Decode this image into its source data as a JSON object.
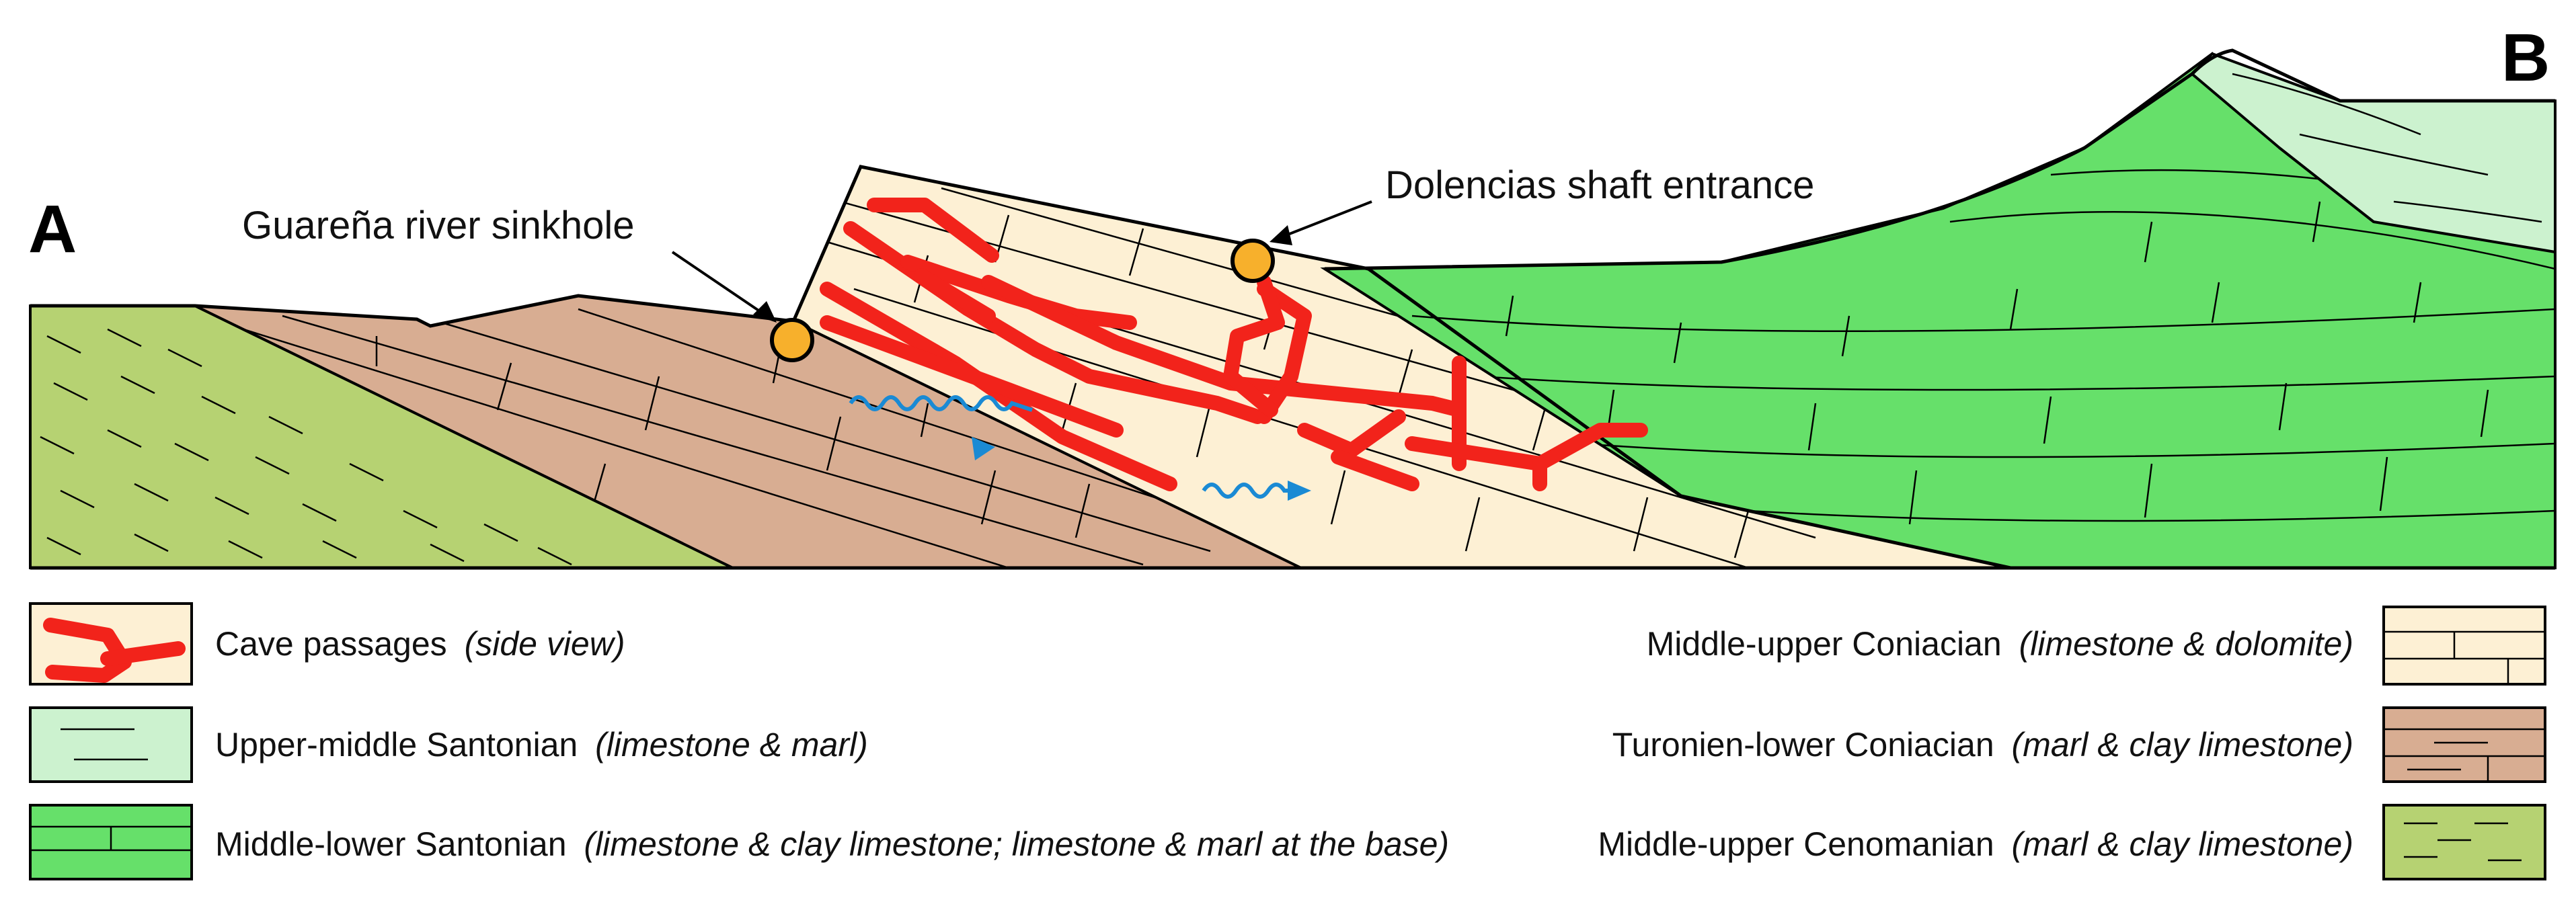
{
  "section_endpoints": {
    "start": "A",
    "end": "B"
  },
  "annotations": {
    "sinkhole": "Guareña river sinkhole",
    "shaft": "Dolencias shaft entrance"
  },
  "legend": {
    "cave": {
      "name": "Cave passages",
      "detail": "(side view)",
      "color": "#f2231b"
    },
    "upper_middle_santonian": {
      "name": "Upper-middle Santonian",
      "detail": "(limestone & marl)",
      "color": "#ccf2cf"
    },
    "middle_lower_santonian": {
      "name": "Middle-lower Santonian",
      "detail": "(limestone & clay limestone; limestone & marl at the base)",
      "color": "#66e06a"
    },
    "middle_upper_coniacian": {
      "name": "Middle-upper Coniacian",
      "detail": "(limestone & dolomite)",
      "color": "#fdf0d4"
    },
    "turonien_lower_coniacian": {
      "name": "Turonien-lower Coniacian",
      "detail": "(marl & clay limestone)",
      "color": "#d8ad92"
    },
    "middle_upper_cenomanian": {
      "name": "Middle-upper Cenomanian",
      "detail": "(marl & clay limestone)",
      "color": "#b6d272"
    }
  },
  "colors": {
    "outline": "#000000",
    "water_flow": "#1a8ad4",
    "entrance_marker": "#f7b02c"
  }
}
